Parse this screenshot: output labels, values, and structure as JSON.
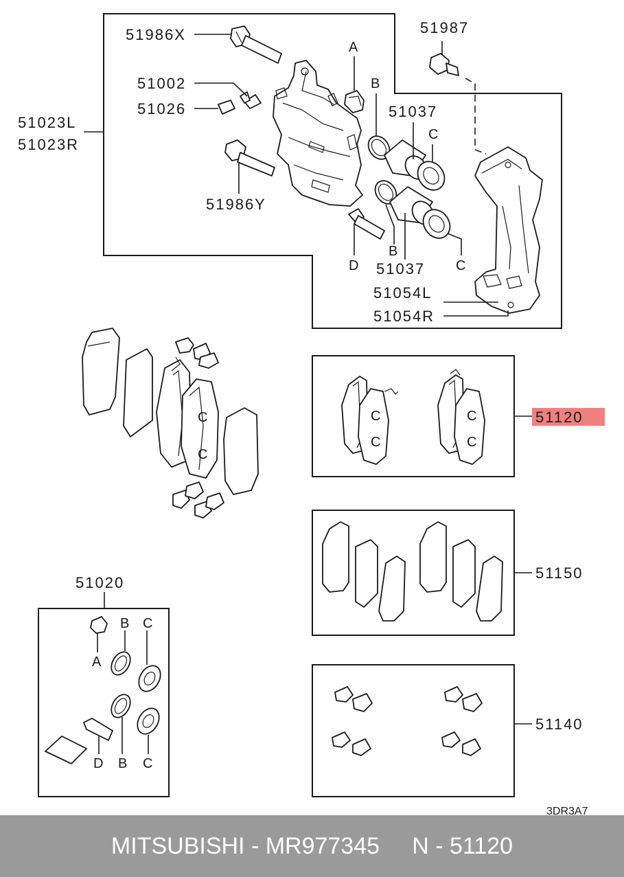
{
  "labels": {
    "l_51986x": "51986X",
    "l_51002": "51002",
    "l_51026": "51026",
    "l_51023l": "51023L",
    "l_51023r": "51023R",
    "l_51986y": "51986Y",
    "l_51987": "51987",
    "l_a_top": "A",
    "l_b_top": "B",
    "l_51037_top": "51037",
    "l_c_top": "C",
    "l_b_mid": "B",
    "l_51037_mid": "51037",
    "l_d_mid": "D",
    "l_c_mid": "C",
    "l_51054l": "51054L",
    "l_51054r": "51054R",
    "l_51120": "51120",
    "l_51150": "51150",
    "l_51140": "51140",
    "l_51020": "51020",
    "l_a_kit": "A",
    "l_b_kit_top": "B",
    "l_c_kit_top": "C",
    "l_d_kit": "D",
    "l_b_kit_bot": "B",
    "l_c_kit_bot": "C",
    "code": "3DR3A7"
  },
  "highlight": {
    "part": "51120",
    "color": "#f08080"
  },
  "footer": {
    "text": "MITSUBISHI - MR977345     N - 51120"
  }
}
